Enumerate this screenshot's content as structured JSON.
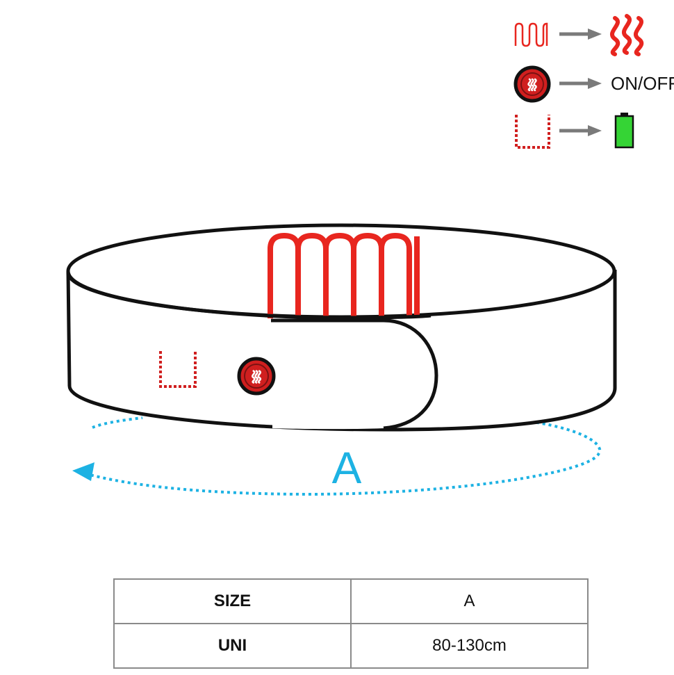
{
  "legend": {
    "power_label": "ON/OFF",
    "items": [
      {
        "icon": "heating-element-icon",
        "result": "heat-waves-icon"
      },
      {
        "icon": "power-button-icon",
        "result": "text"
      },
      {
        "icon": "battery-pocket-icon",
        "result": "battery-icon"
      }
    ]
  },
  "diagram": {
    "dimension_label": "A",
    "colors": {
      "outline": "#111111",
      "heating": "#e8261f",
      "button_fill": "#d01f1f",
      "button_ring": "#6a0d0d",
      "dimension": "#1db2e3",
      "arrow": "#7a7a7a",
      "battery_green": "#35d435"
    }
  },
  "size_table": {
    "header": {
      "col1": "SIZE",
      "col2": "A"
    },
    "rows": [
      {
        "size": "UNI",
        "a": "80-130cm"
      }
    ]
  }
}
